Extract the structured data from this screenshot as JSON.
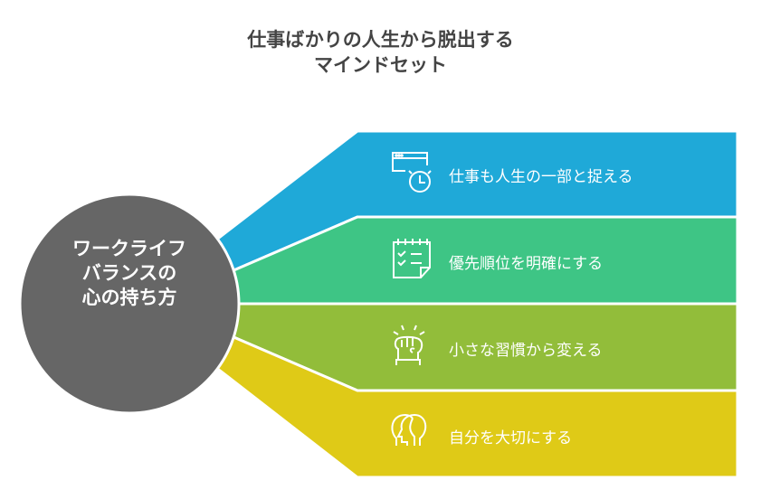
{
  "title": {
    "line1": "仕事ばかりの人生から脱出する",
    "line2": "マインドセット"
  },
  "center": {
    "line1": "ワークライフ",
    "line2": "バランスの",
    "line3": "心の持ち方",
    "color": "#666666"
  },
  "items": [
    {
      "label": "仕事も人生の一部と捉える",
      "icon": "calendar-clock-icon",
      "color": "#1fa9d8"
    },
    {
      "label": "優先順位を明確にする",
      "icon": "checklist-icon",
      "color": "#3ec585"
    },
    {
      "label": "小さな習慣から変える",
      "icon": "fist-icon",
      "color": "#92bd3a"
    },
    {
      "label": "自分を大切にする",
      "icon": "heads-icon",
      "color": "#dfca17"
    }
  ]
}
